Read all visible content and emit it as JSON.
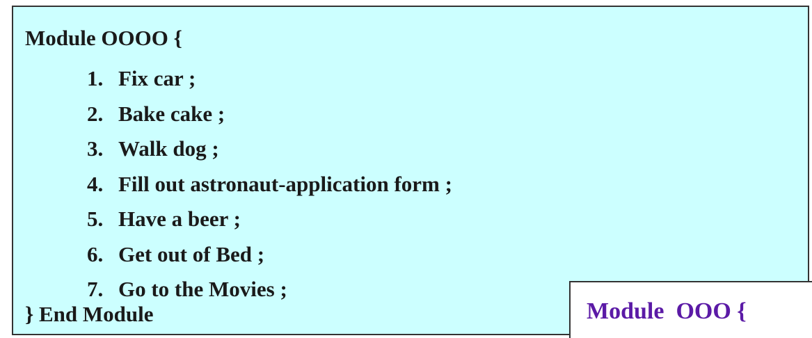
{
  "module": {
    "header": "Module OOOO {",
    "steps": [
      {
        "number": "1.",
        "text": "Fix car ;"
      },
      {
        "number": "2.",
        "text": "Bake cake ;"
      },
      {
        "number": "3.",
        "text": "Walk dog ;"
      },
      {
        "number": "4.",
        "text": "Fill out astronaut-application form ;"
      },
      {
        "number": "5.",
        "text": "Have a beer ;"
      },
      {
        "number": "6.",
        "text": "Get out of Bed ;"
      },
      {
        "number": "7.",
        "text": "Go to the Movies ;"
      }
    ],
    "footer": "} End Module"
  },
  "overlay": {
    "text": "Module  OOO {"
  },
  "colors": {
    "box_background": "#ccffff",
    "border": "#333333",
    "text": "#1a1a1a",
    "overlay_text": "#5b1aa6"
  }
}
